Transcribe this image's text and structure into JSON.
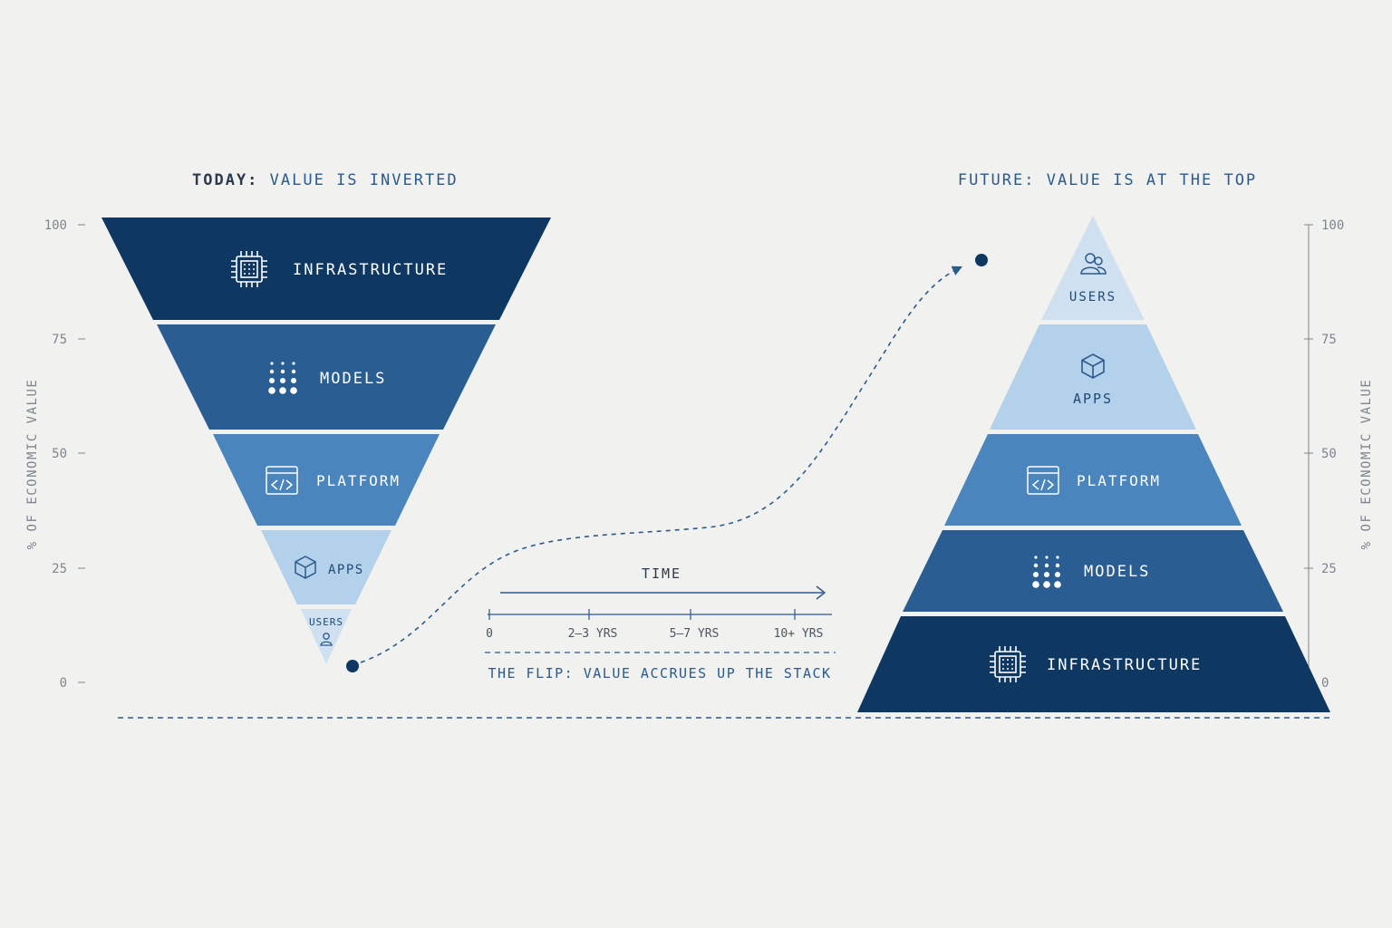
{
  "colors": {
    "background": "#f1f1ef",
    "infrastructure": "#0e3761",
    "models": "#2a5e93",
    "platform": "#4a85bd",
    "apps": "#b3d1ea",
    "users": "#cfe1f1",
    "axis": "#7d8590",
    "title_strong": "#2b3b4b",
    "accent": "#2c5a8c"
  },
  "left": {
    "title_strong": "TODAY:",
    "title_rest": " VALUE IS INVERTED",
    "layers": [
      {
        "label": "INFRASTRUCTURE",
        "icon": "chip-icon"
      },
      {
        "label": "MODELS",
        "icon": "dot-grid-icon"
      },
      {
        "label": "PLATFORM",
        "icon": "code-window-icon"
      },
      {
        "label": "APPS",
        "icon": "cube-icon"
      },
      {
        "label": "USERS",
        "icon": "user-icon"
      }
    ]
  },
  "right": {
    "title": "FUTURE: VALUE IS AT THE TOP",
    "layers": [
      {
        "label": "USERS",
        "icon": "users-icon"
      },
      {
        "label": "APPS",
        "icon": "cube-icon"
      },
      {
        "label": "PLATFORM",
        "icon": "code-window-icon"
      },
      {
        "label": "MODELS",
        "icon": "dot-grid-icon"
      },
      {
        "label": "INFRASTRUCTURE",
        "icon": "chip-icon"
      }
    ]
  },
  "axis": {
    "label": "% OF ECONOMIC VALUE",
    "ticks": [
      "100",
      "75",
      "50",
      "25",
      "0"
    ]
  },
  "timeline": {
    "title": "TIME",
    "ticks": [
      "0",
      "2–3 YRS",
      "5–7 YRS",
      "10+ YRS"
    ],
    "caption": "THE FLIP: VALUE ACCRUES UP THE STACK"
  }
}
